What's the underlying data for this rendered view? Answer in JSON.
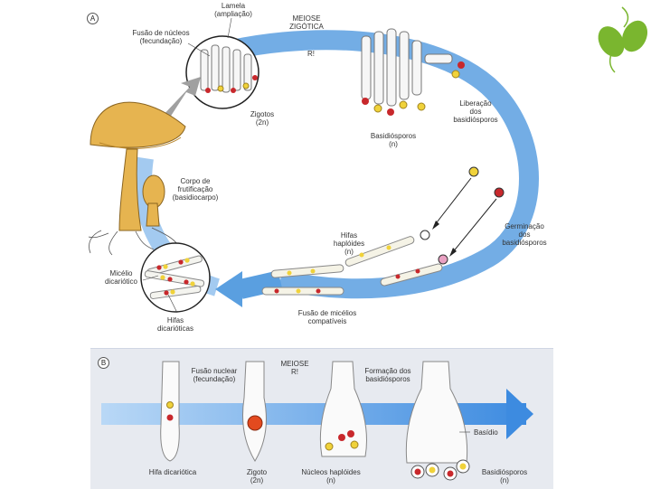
{
  "panel_a": {
    "letter": "A",
    "labels": {
      "lamela": "Lamela\n(ampliação)",
      "fusao_nucleos": "Fusão de núcleos\n(fecundação)",
      "meiose": "MEIOSE\nZIGÓTICA",
      "ri": "R!",
      "zigotos": "Zigotos\n(2n)",
      "liberacao": "Liberação\ndos\nbasidiósporos",
      "basidiosporos": "Basidiósporos\n(n)",
      "corpo": "Corpo de\nfrutificação\n(basidiocarpo)",
      "germinacao": "Germinação\ndos\nbasidiósporos",
      "hifas_haploides": "Hifas\nhaplóides\n(n)",
      "micelio": "Micélio\ndicariótico",
      "hifas_dicarioticas": "Hifas\ndicarióticas",
      "fusao_micelios": "Fusão de micélios\ncompatíveis"
    }
  },
  "panel_b": {
    "letter": "B",
    "labels": {
      "fusao_nuclear": "Fusão nuclear\n(fecundação)",
      "meiose": "MEIOSE\nR!",
      "formacao": "Formação dos\nbasidiósporos",
      "basidio": "Basídio",
      "hifa": "Hifa dicariótica",
      "zigoto": "Zigoto\n(2n)",
      "nucleos": "Núcleos haplóides\n(n)",
      "basidiosporos": "Basidiósporos\n(n)"
    }
  },
  "colors": {
    "arrow": "#5a9fe0",
    "arrow_light": "#a8cdf2",
    "mushroom": "#e6b450",
    "mushroom_dark": "#b8862c",
    "gills": "#f3e3b4",
    "nucleus_red": "#c8282c",
    "nucleus_yellow": "#f0d23a",
    "hypha": "#f3f1e8",
    "leaf": "#7ab62f"
  }
}
